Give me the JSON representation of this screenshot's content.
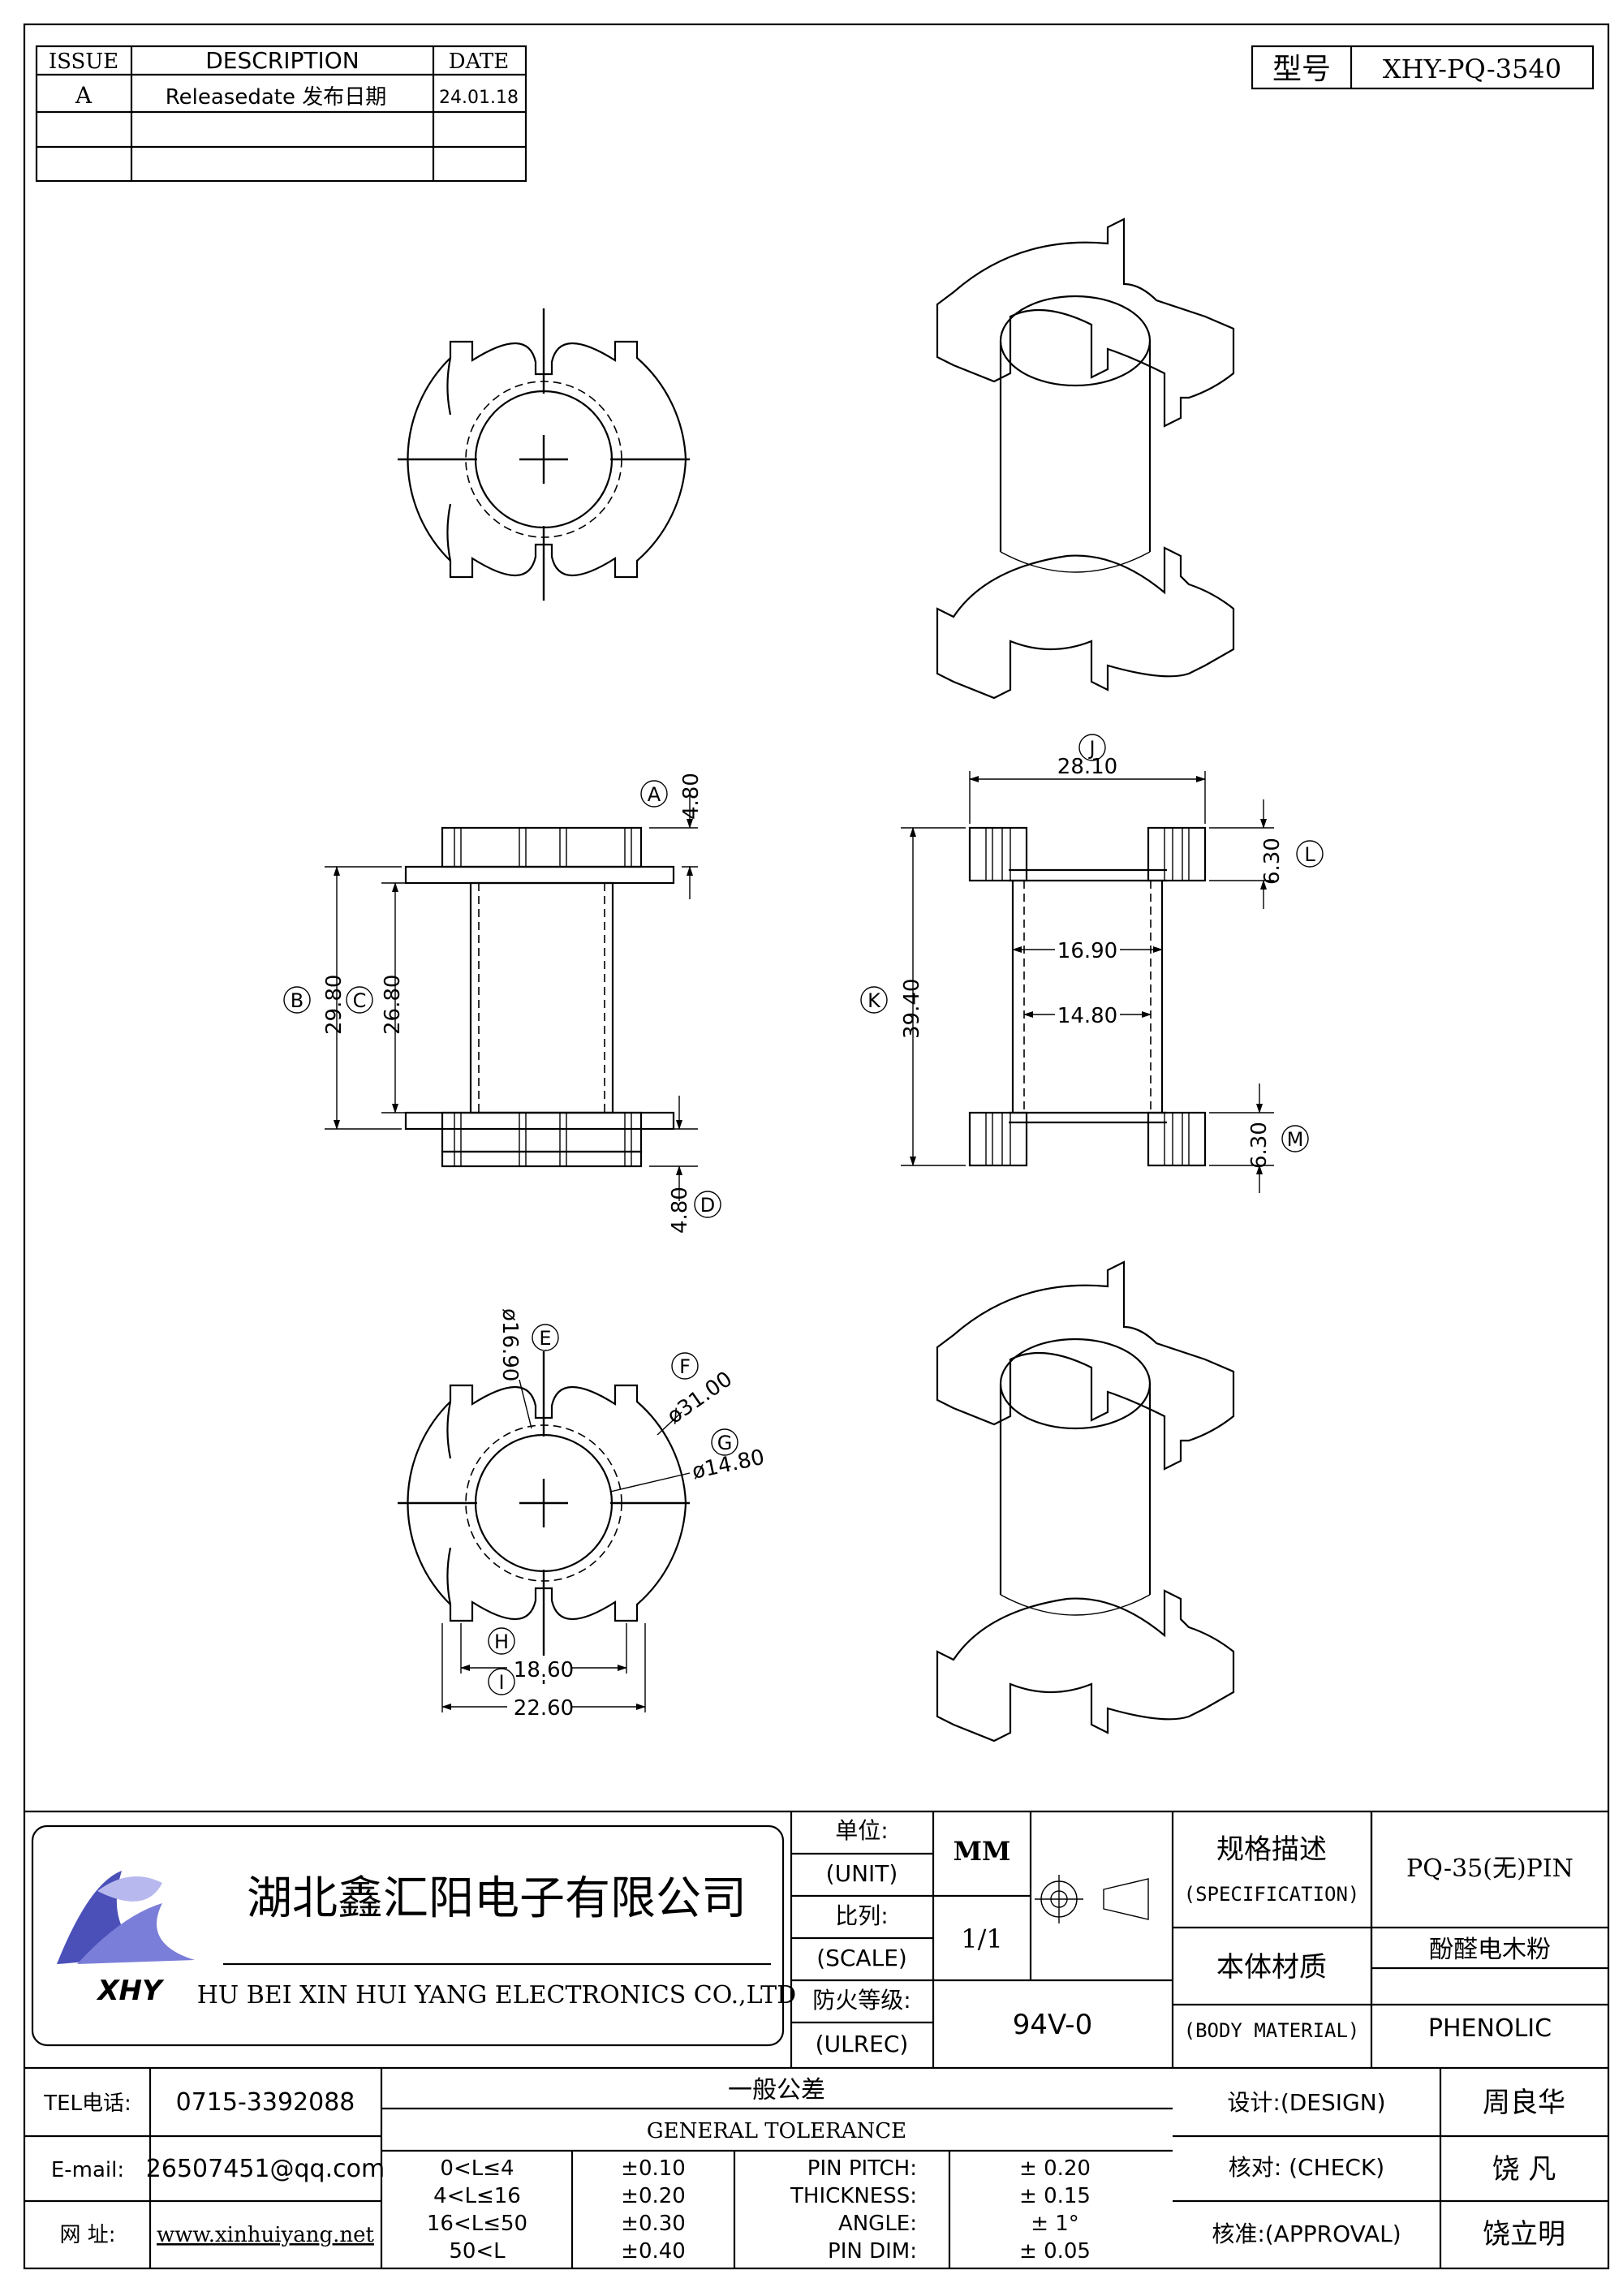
{
  "revision_table": {
    "headers": {
      "issue": "ISSUE",
      "description": "DESCRIPTION",
      "date": "DATE"
    },
    "rows": [
      {
        "issue": "A",
        "description": "Releasedate 发布日期",
        "date": "24.01.18"
      }
    ]
  },
  "model": {
    "label": "型号",
    "value": "XHY-PQ-3540"
  },
  "dimensions": {
    "A": "4.80",
    "B": "29.80",
    "C": "26.80",
    "D": "4.80",
    "J": "28.10",
    "K": "39.40",
    "L": "6.30",
    "M": "6.30",
    "inner_1": "16.90",
    "inner_2": "14.80",
    "E": "ø16.90",
    "F": "ø31.00",
    "G": "ø14.80",
    "H": "18.60",
    "I": "22.60"
  },
  "markers": {
    "A": "A",
    "B": "B",
    "C": "C",
    "D": "D",
    "E": "E",
    "F": "F",
    "G": "G",
    "H": "H",
    "I": "I",
    "J": "J",
    "K": "K",
    "L": "L",
    "M": "M"
  },
  "title_block": {
    "company_cn": "湖北鑫汇阳电子有限公司",
    "company_en": "HU BEI XIN HUI YANG ELECTRONICS CO.,LTD",
    "logo_text": "XHY",
    "unit_label_cn": "单位:",
    "unit_label_en": "(UNIT)",
    "unit_value": "MM",
    "scale_label_cn": "比列:",
    "scale_label_en": "(SCALE)",
    "scale_value": "1/1",
    "ulrec_label_cn": "防火等级:",
    "ulrec_label_en": "(ULREC)",
    "ulrec_value": "94V-0",
    "spec_label_cn": "规格描述",
    "spec_label_en": "(SPECIFICATION)",
    "spec_value": "PQ-35(无)PIN",
    "material_label_cn": "本体材质",
    "material_label_en": "(BODY MATERIAL)",
    "material_value_cn": "酚醛电木粉",
    "material_value_en": "PHENOLIC",
    "tel_label": "TEL电话:",
    "tel_value": "0715-3392088",
    "email_label": "E-mail:",
    "email_value": "26507451@qq.com",
    "web_label": "网   址:",
    "web_value": "www.xinhuiyang.net",
    "tolerance_title_cn": "一般公差",
    "tolerance_title_en": "GENERAL TOLERANCE",
    "tolerance_rows": [
      {
        "range": "0<L≤4",
        "tol": "±0.10",
        "item": "PIN PITCH:",
        "value": "± 0.20"
      },
      {
        "range": "4<L≤16",
        "tol": "±0.20",
        "item": "THICKNESS:",
        "value": "± 0.15"
      },
      {
        "range": "16<L≤50",
        "tol": "±0.30",
        "item": "ANGLE:",
        "value": "± 1°"
      },
      {
        "range": "50<L",
        "tol": "±0.40",
        "item": "PIN DIM:",
        "value": "± 0.05"
      }
    ],
    "design_label": "设计:(DESIGN)",
    "design_value": "周良华",
    "check_label": "核对: (CHECK)",
    "check_value": "饶  凡",
    "approval_label": "核准:(APPROVAL)",
    "approval_value": "饶立明"
  }
}
